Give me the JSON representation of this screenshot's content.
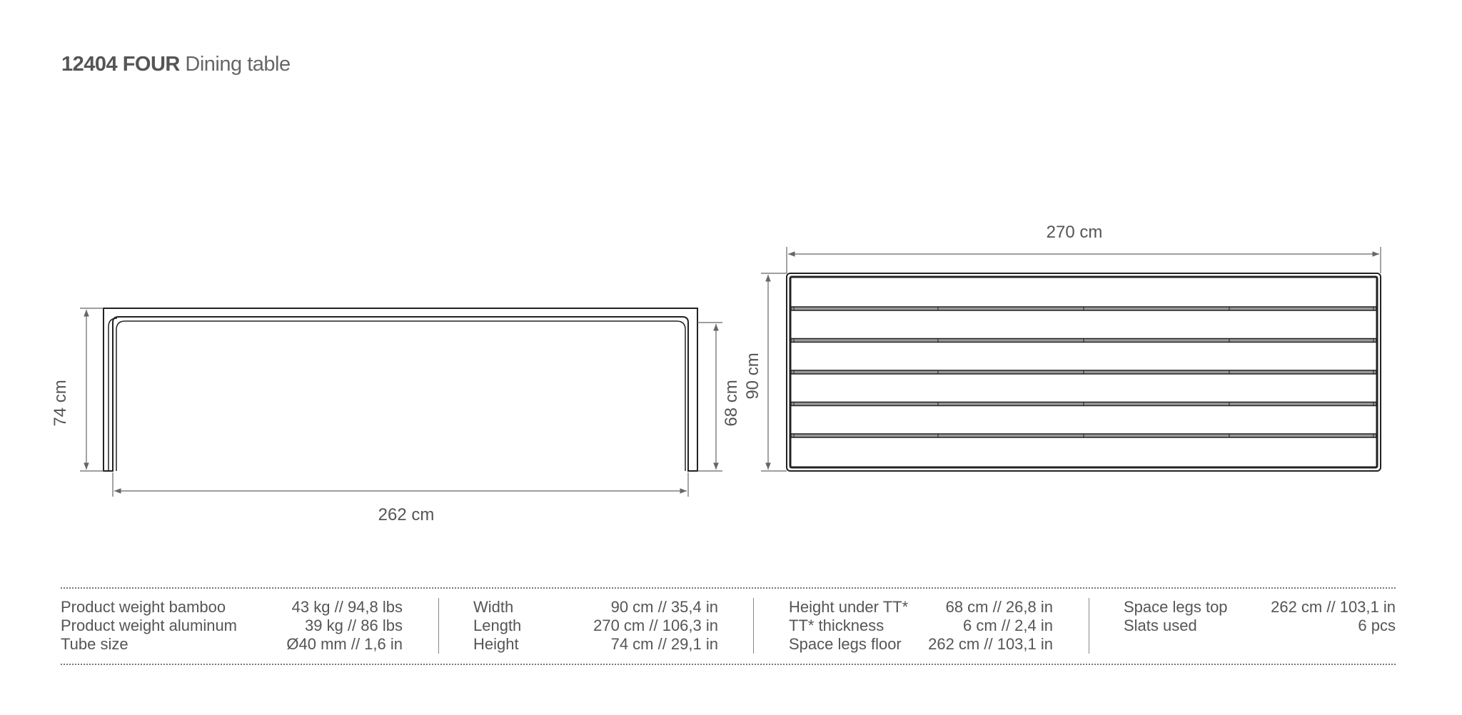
{
  "title": {
    "code": "12404 FOUR",
    "name": "Dining table"
  },
  "drawings": {
    "side_view": {
      "height_label": "74 cm",
      "height_under_label": "68 cm",
      "legs_space_label": "262 cm"
    },
    "top_view": {
      "length_label": "270 cm",
      "width_label": "90 cm",
      "slats": 6
    }
  },
  "specs": [
    [
      {
        "label": "Product weight bamboo",
        "value": "43 kg // 94,8 lbs"
      },
      {
        "label": "Product weight aluminum",
        "value": "39 kg // 86 lbs"
      },
      {
        "label": "Tube size",
        "value": "Ø40 mm // 1,6 in"
      }
    ],
    [
      {
        "label": "Width",
        "value": "90 cm // 35,4 in"
      },
      {
        "label": "Length",
        "value": "270 cm // 106,3 in"
      },
      {
        "label": "Height",
        "value": "74 cm // 29,1 in"
      }
    ],
    [
      {
        "label": "Height under TT*",
        "value": "68 cm // 26,8 in"
      },
      {
        "label": "TT* thickness",
        "value": "6 cm // 2,4 in"
      },
      {
        "label": "Space legs floor",
        "value": "262 cm // 103,1 in"
      }
    ],
    [
      {
        "label": "Space legs top",
        "value": "262 cm // 103,1 in"
      },
      {
        "label": "Slats used",
        "value": "6 pcs"
      }
    ]
  ]
}
